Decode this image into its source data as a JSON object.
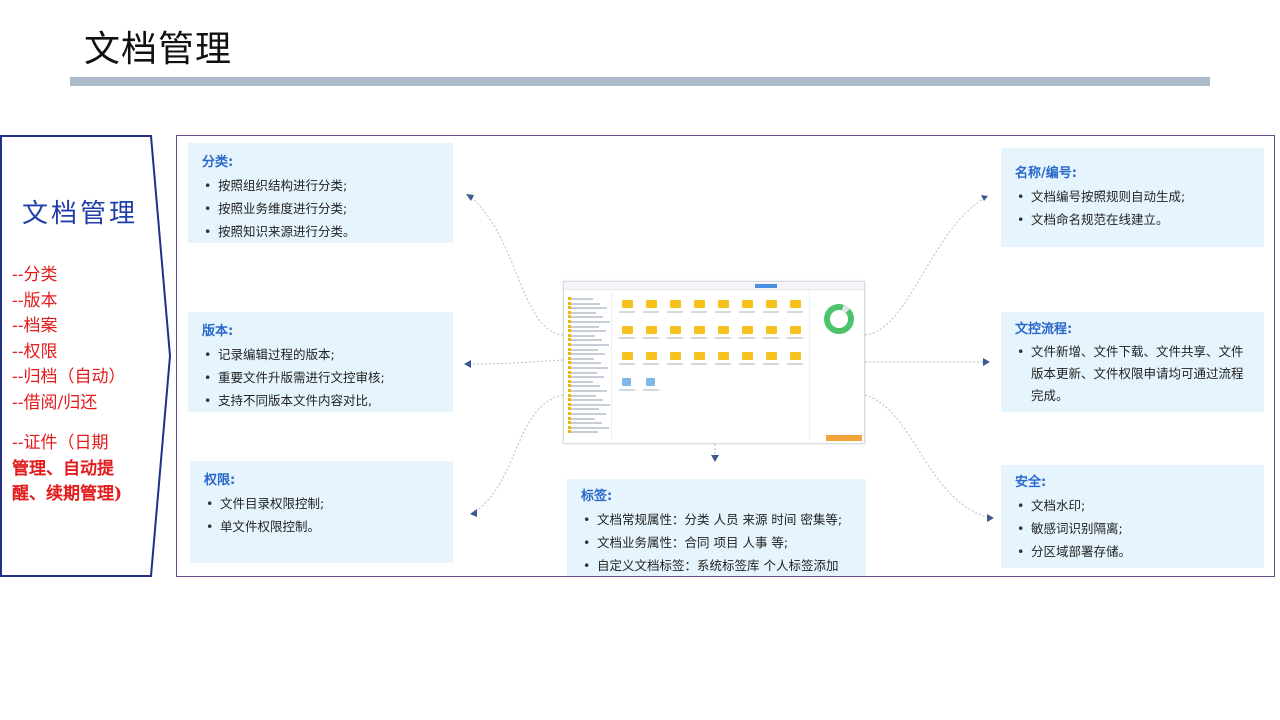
{
  "page": {
    "title": "文档管理"
  },
  "side_panel": {
    "title": "文档管理",
    "items": [
      "--分类",
      "--版本",
      "--档案",
      "--权限",
      "--归档（自动）",
      "--借阅/归还"
    ],
    "items2": [
      "--证件（日期",
      "管理、自动提",
      "醒、续期管理)"
    ],
    "border_color": "#1f2f8a",
    "text_color": "#e31b1b",
    "title_color": "#1f3fa8"
  },
  "cards": {
    "classify": {
      "title": "分类:",
      "items": [
        "按照组织结构进行分类;",
        "按照业务维度进行分类;",
        "按照知识来源进行分类。"
      ]
    },
    "version": {
      "title": "版本:",
      "items": [
        "记录编辑过程的版本;",
        "重要文件升版需进行文控审核;",
        "支持不同版本文件内容对比,"
      ]
    },
    "permission": {
      "title": "权限:",
      "items": [
        "文件目录权限控制;",
        "单文件权限控制。"
      ]
    },
    "tags": {
      "title": "标签:",
      "items": [
        "文档常规属性：分类 人员 来源 时间 密集等;",
        "文档业务属性：合同 项目 人事 等;",
        "自定义文档标签：系统标签库 个人标签添加"
      ]
    },
    "naming": {
      "title": "名称/编号:",
      "items": [
        "文档编号按照规则自动生成;",
        "文档命名规范在线建立。"
      ]
    },
    "workflow": {
      "title": "文控流程:",
      "items": [
        "文件新增、文件下载、文件共享、文件版本更新、文件权限申请均可通过流程完成。"
      ]
    },
    "security": {
      "title": "安全:",
      "items": [
        "文档水印;",
        "敏感词识别隔离;",
        "分区域部署存储。"
      ]
    }
  },
  "colors": {
    "card_bg": "#e6f5fd",
    "card_title": "#2a68c9",
    "title_bar": "#acb9ca",
    "frame_border": "#6a4c8f",
    "connector": "#b5bed0",
    "arrow": "#3d5a8c"
  }
}
